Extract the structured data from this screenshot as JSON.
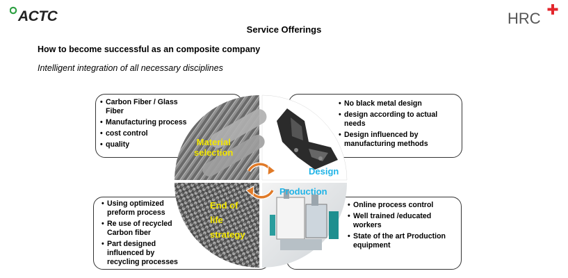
{
  "logos": {
    "left": "ACTC",
    "right": "HRC"
  },
  "header": {
    "title": "Service Offerings",
    "subtitle": "How to become successful as an composite company",
    "tagline": "Intelligent integration of all necessary disciplines"
  },
  "quadrants": {
    "material": {
      "label_line1": "Material",
      "label_line2": "selection",
      "bullets": [
        "Carbon Fiber / Glass Fiber",
        "Manufacturing process",
        "cost control",
        "quality"
      ]
    },
    "design": {
      "label": "Design",
      "bullets": [
        "No black metal design",
        "design according  to actual needs",
        "Design influenced by manufacturing methods"
      ]
    },
    "production": {
      "label": "Production",
      "bullets": [
        "Online process control",
        "Well trained /educated workers",
        "State of the art Production equipment"
      ]
    },
    "endoflife": {
      "label_line1": "End of",
      "label_line2": "life",
      "label_line3": "strategy",
      "bullets": [
        "Using optimized preform process",
        "Re use of recycled Carbon fiber",
        "Part designed influenced by recycling processes"
      ]
    }
  },
  "colors": {
    "accent_yellow": "#f2e500",
    "accent_cyan": "#1fb3e6",
    "logo_red": "#e3262c",
    "logo_green": "#2ea043"
  }
}
